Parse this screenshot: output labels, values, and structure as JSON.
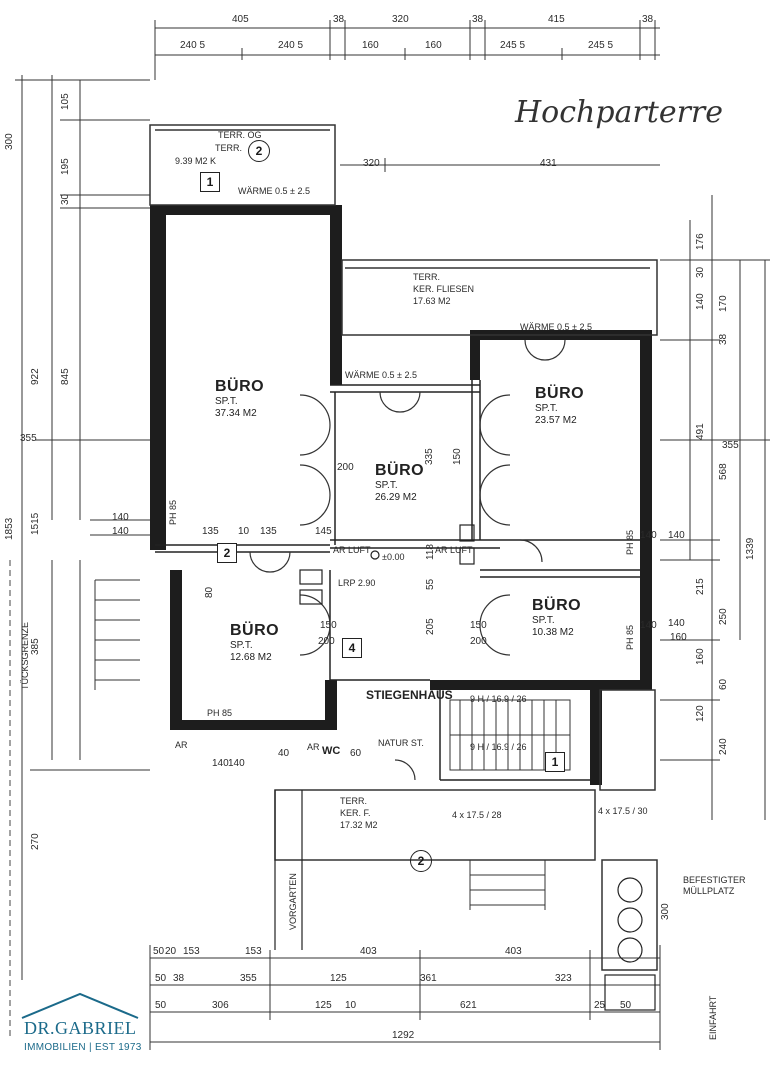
{
  "title": "Hochparterre",
  "rooms": [
    {
      "id": "buero-1",
      "name": "BÜRO",
      "sub": "SP.T.",
      "area": "37.34 M2"
    },
    {
      "id": "buero-2",
      "name": "BÜRO",
      "sub": "SP.T.",
      "area": "26.29 M2"
    },
    {
      "id": "buero-3",
      "name": "BÜRO",
      "sub": "SP.T.",
      "area": "23.57 M2"
    },
    {
      "id": "buero-4",
      "name": "BÜRO",
      "sub": "SP.T.",
      "area": "12.68 M2"
    },
    {
      "id": "buero-5",
      "name": "BÜRO",
      "sub": "SP.T.",
      "area": "10.38 M2"
    }
  ],
  "terraces": [
    {
      "id": "terr-og",
      "label": "TERR. OG",
      "sub": "TERR.",
      "marker": "2",
      "extra": "9.39 M2 K"
    },
    {
      "id": "terr-right",
      "label": "TERR.",
      "sub": "KER. FLIESEN",
      "area": "17.63 M2"
    },
    {
      "id": "terr-bottom",
      "label": "TERR.",
      "sub": "KER. F.",
      "area": "17.32 M2"
    }
  ],
  "labels": {
    "stiegenhaus": "STIEGENHAUS",
    "natur": "NATUR ST.",
    "wc": "WC",
    "lrp": "LRP 2.90",
    "ar_luft_1": "AR LUFT",
    "ar_luft_2": "AR LUFT",
    "level": "±0.00",
    "waerme_1": "WÄRME 0.5 ± 2.5",
    "waerme_2": "WÄRME 0.5 ± 2.5",
    "waerme_3": "WÄRME 0.5 ± 2.5",
    "befestigter": "BEFESTIGTER",
    "muellplatz": "MÜLLPLATZ",
    "einfahrt": "EINFAHRT",
    "vorgarten": "VORGARTEN",
    "grundstuecksgrenze": "TÜCKSGRENZE",
    "ph85_1": "PH 85",
    "ph85_2": "PH 85",
    "ph85_3": "PH 85",
    "ph85_4": "PH 85",
    "ar": "AR",
    "ar2": "AR",
    "stair_1": "9 H / 16.9 / 26",
    "stair_2": "9 H / 16.9 / 26",
    "stair_3": "4 x 17.5 / 28",
    "stair_4": "4 x 17.5 / 30"
  },
  "markers": {
    "box_1": "1",
    "box_2": "2",
    "box_4": "4",
    "box_1b": "1",
    "circle_2": "2"
  },
  "dimensions": {
    "top_row_1": [
      "405",
      "38",
      "320",
      "38",
      "415",
      "38"
    ],
    "top_row_2": [
      "240 5",
      "240 5",
      "160",
      "160",
      "245 5",
      "245 5"
    ],
    "terr_row": [
      "320",
      "431"
    ],
    "bottom_row_1": [
      "50",
      "20",
      "153",
      "153",
      "403",
      "403"
    ],
    "bottom_row_2": [
      "50",
      "38",
      "355",
      "125",
      "361",
      "323"
    ],
    "bottom_row_3": [
      "50",
      "306",
      "125",
      "10",
      "621",
      "25",
      "50"
    ],
    "bottom_total": "1292",
    "left_col": [
      "300",
      "105",
      "195",
      "30",
      "922",
      "845",
      "355",
      "1515",
      "1853",
      "140",
      "385",
      "270"
    ],
    "right_col": [
      "176",
      "30",
      "140",
      "170",
      "38",
      "491",
      "355",
      "568",
      "1339",
      "140",
      "215",
      "140",
      "250",
      "160",
      "60",
      "120",
      "240",
      "300"
    ],
    "inner": [
      "335",
      "200",
      "150",
      "135",
      "10",
      "135",
      "145",
      "118",
      "55",
      "205",
      "150",
      "200",
      "150",
      "200",
      "140",
      "140",
      "140",
      "160",
      "80",
      "60",
      "40",
      "140",
      "140"
    ]
  },
  "logo": {
    "name": "DR.GABRIEL",
    "tagline": "IMMOBILIEN | EST 1973",
    "color": "#1b6a8a"
  }
}
